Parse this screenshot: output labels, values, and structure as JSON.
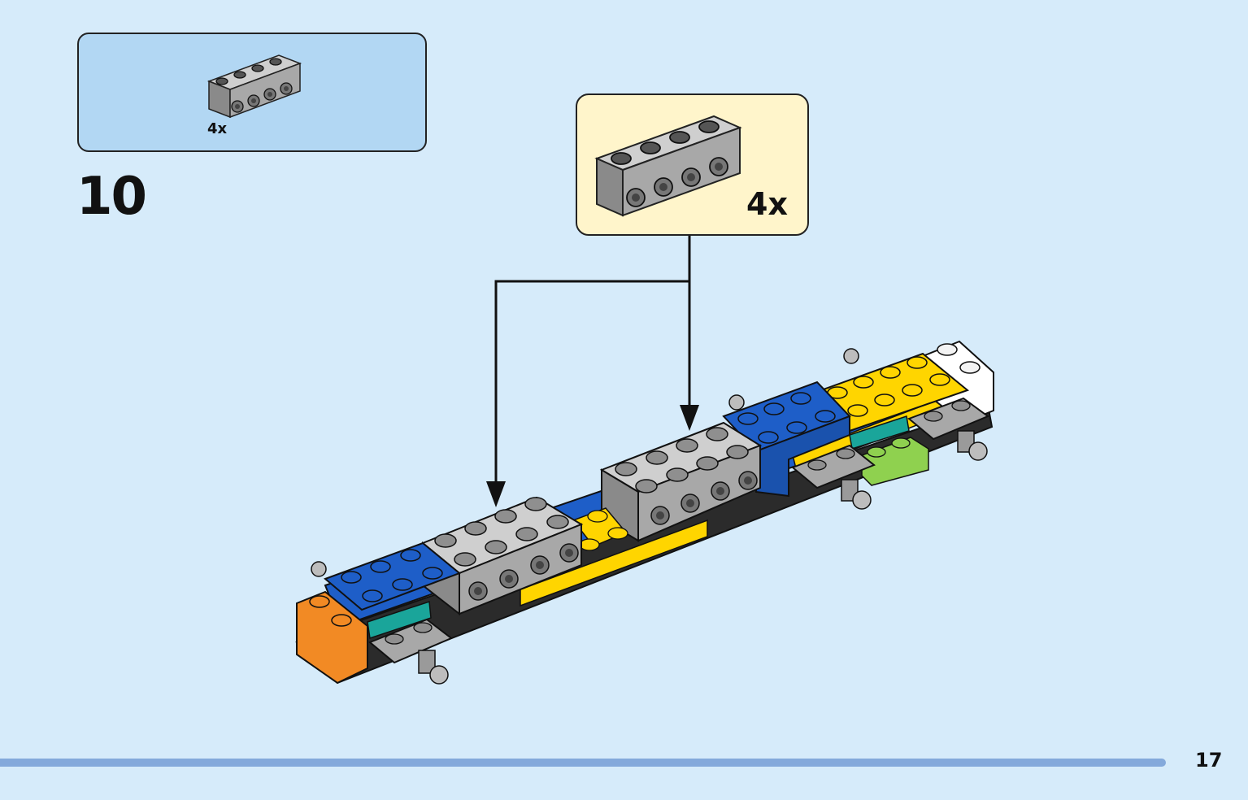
{
  "step": {
    "number": "10"
  },
  "parts_list": {
    "items": [
      {
        "part": "gray-brick-1x4-side-studs",
        "quantity": "4x"
      }
    ]
  },
  "callout": {
    "part": "gray-brick-1x4-side-studs",
    "quantity": "4x"
  },
  "page": {
    "number": "17"
  },
  "colors": {
    "background": "#d6ebfa",
    "parts_box": "#b2d7f3",
    "callout_box": "#fff5cb",
    "progress_bar": "#84a9db",
    "brick_gray": "#a5a5a5",
    "brick_blue": "#1e5ec8",
    "brick_yellow": "#ffd500",
    "brick_orange": "#f28a24",
    "brick_teal": "#1aa59a",
    "brick_lime": "#8fd14f",
    "brick_white": "#ffffff"
  }
}
